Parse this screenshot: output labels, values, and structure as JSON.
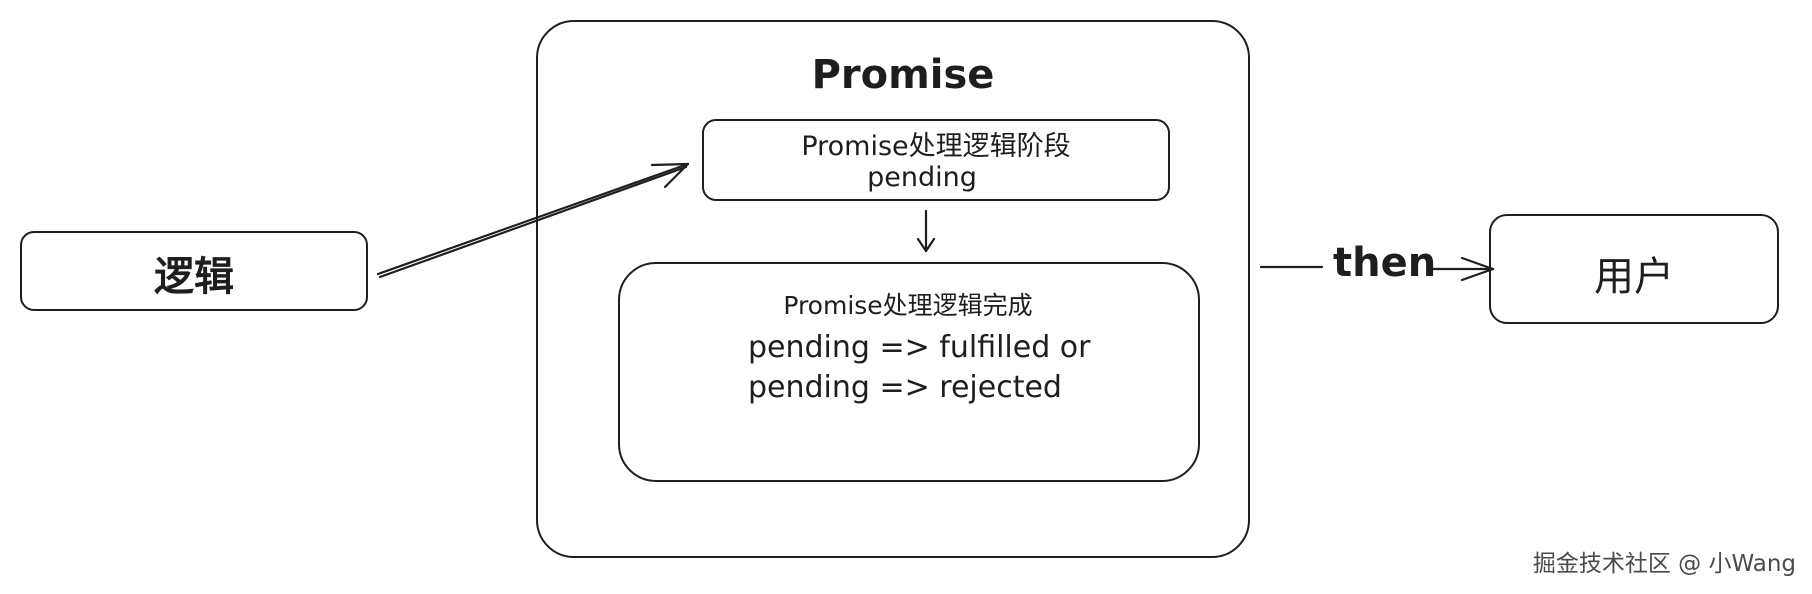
{
  "left_node": {
    "label": "逻辑"
  },
  "promise_container": {
    "title": "Promise"
  },
  "pending_stage": {
    "title": "Promise处理逻辑阶段",
    "state": "pending"
  },
  "settled_stage": {
    "title": "Promise处理逻辑完成",
    "line1": "pending => fulfilled or",
    "line2": "pending => rejected"
  },
  "then_connector": {
    "label": "then"
  },
  "right_node": {
    "label": "用户"
  },
  "watermark": {
    "text": "掘金技术社区 @ 小Wang"
  },
  "colors": {
    "stroke": "#1e1e1e",
    "background": "#ffffff"
  }
}
